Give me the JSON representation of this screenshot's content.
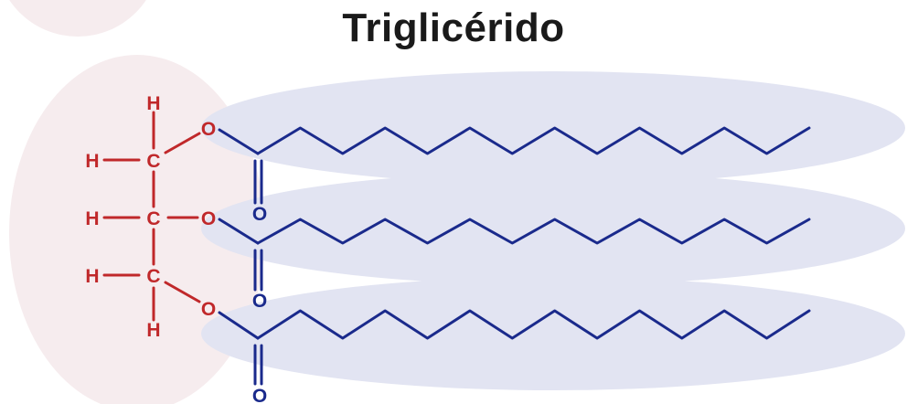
{
  "title": "Triglicérido",
  "colors": {
    "glycerol": "#c0282a",
    "fatty_acid": "#1a2a8c",
    "glycerol_highlight": "#f6ecee",
    "acid_highlight": "#e2e4f2",
    "title": "#1a1a1a"
  },
  "atoms": {
    "hydrogen": "H",
    "carbon": "C",
    "oxygen": "O"
  },
  "fatty_acid_chains": [
    {
      "carbons": 14
    },
    {
      "carbons": 14
    },
    {
      "carbons": 14
    }
  ]
}
